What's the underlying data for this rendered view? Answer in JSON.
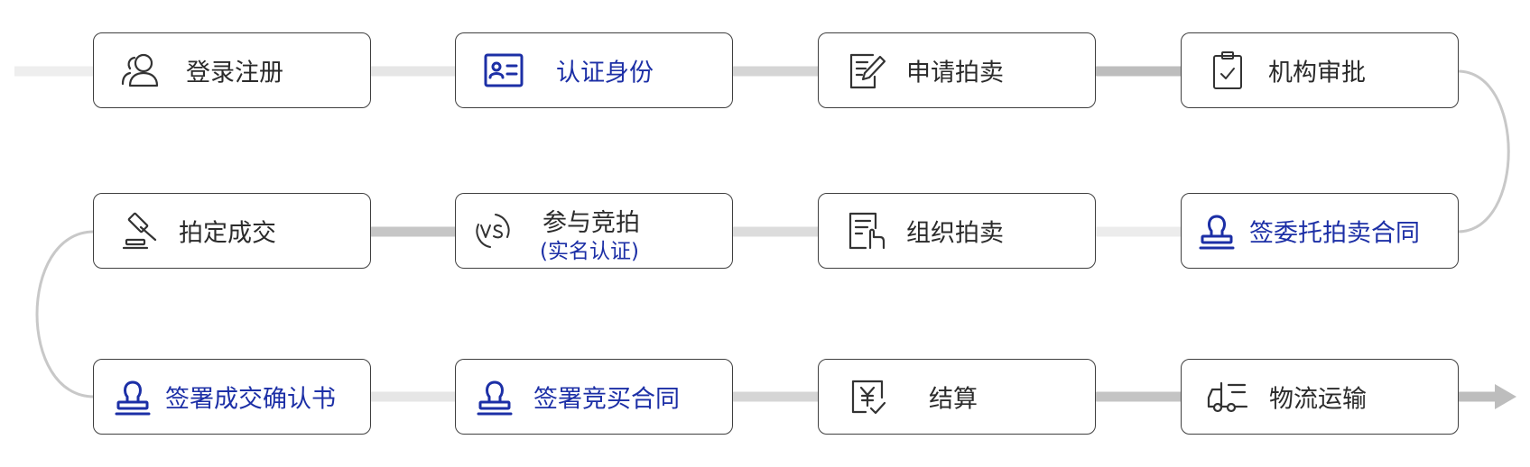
{
  "colors": {
    "primary_text": "#2b2b2b",
    "accent_blue": "#1c2fa6",
    "box_border": "#3f3f3f",
    "connector_light": "#e6e6e6",
    "connector_mid": "#d0d0d0",
    "connector_dark": "#b8b8b8",
    "curve": "#c8c8c8"
  },
  "steps": [
    {
      "id": "register",
      "label": "登录注册",
      "icon": "user-group-icon",
      "accent": false
    },
    {
      "id": "verify-identity",
      "label": "认证身份",
      "icon": "id-card-icon",
      "accent": true
    },
    {
      "id": "apply-auction",
      "label": "申请拍卖",
      "icon": "edit-document-icon",
      "accent": false
    },
    {
      "id": "agency-approval",
      "label": "机构审批",
      "icon": "clipboard-check-icon",
      "accent": false
    },
    {
      "id": "sign-entrust-contract",
      "label": "签委托拍卖合同",
      "icon": "stamp-icon",
      "accent": true
    },
    {
      "id": "organize-auction",
      "label": "组织拍卖",
      "icon": "document-hand-icon",
      "accent": false
    },
    {
      "id": "join-bidding",
      "label": "参与竞拍",
      "sublabel": "(实名认证)",
      "icon": "vs-icon",
      "accent": false
    },
    {
      "id": "deal-closed",
      "label": "拍定成交",
      "icon": "gavel-icon",
      "accent": false
    },
    {
      "id": "sign-deal-confirmation",
      "label": "签署成交确认书",
      "icon": "stamp-icon",
      "accent": true
    },
    {
      "id": "sign-purchase-contract",
      "label": "签署竞买合同",
      "icon": "stamp-icon",
      "accent": true
    },
    {
      "id": "settlement",
      "label": "结算",
      "icon": "yen-check-icon",
      "accent": false
    },
    {
      "id": "logistics",
      "label": "物流运输",
      "icon": "truck-icon",
      "accent": false
    }
  ]
}
